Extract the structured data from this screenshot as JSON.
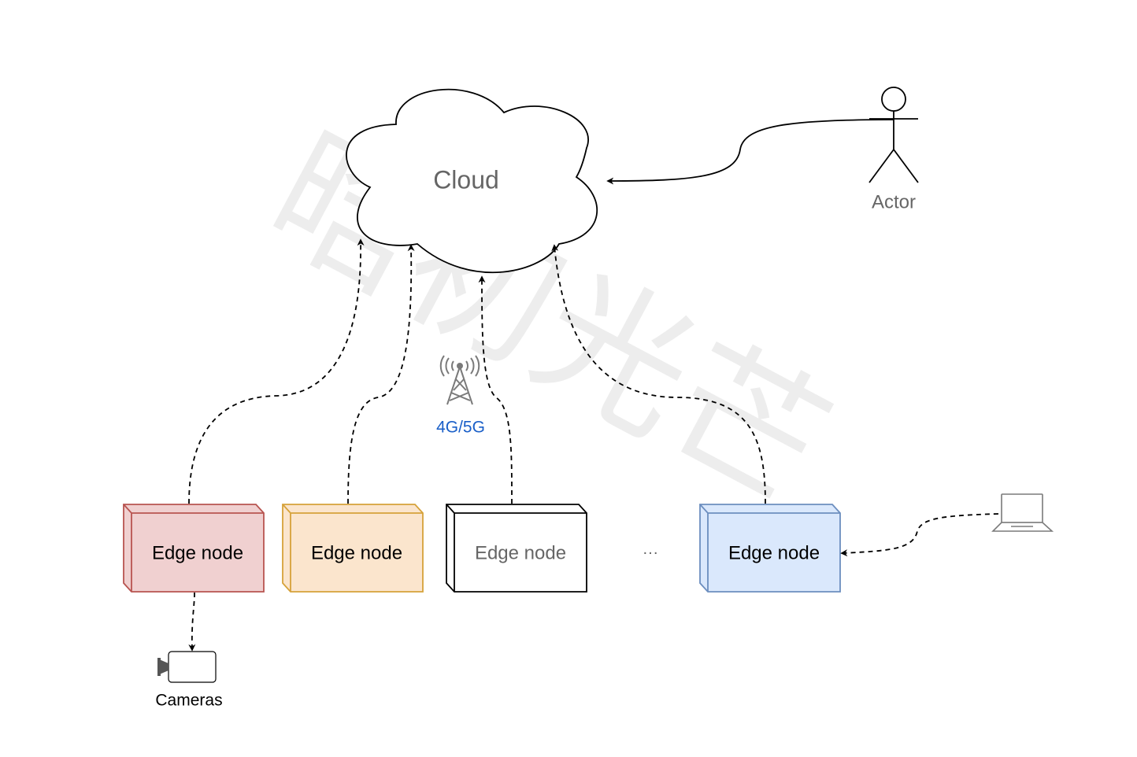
{
  "watermark": "晗初光芒",
  "cloud": {
    "label": "Cloud"
  },
  "actor": {
    "label": "Actor"
  },
  "tower": {
    "label": "4G/5G",
    "label_color": "#1a5fc8"
  },
  "ellipsis": "···",
  "cameras": {
    "label": "Cameras"
  },
  "edge_nodes": [
    {
      "label": "Edge node",
      "fill": "#f0d0d0",
      "stroke": "#b85450",
      "text_color": "#000000"
    },
    {
      "label": "Edge node",
      "fill": "#fbe5cd",
      "stroke": "#d6a23a",
      "text_color": "#000000"
    },
    {
      "label": "Edge node",
      "fill": "#ffffff",
      "stroke": "#000000",
      "text_color": "#666666"
    },
    {
      "label": "Edge node",
      "fill": "#dae8fc",
      "stroke": "#6c8ebf",
      "text_color": "#000000"
    }
  ],
  "icons": [
    "cloud-icon",
    "actor-icon",
    "cell-tower-icon",
    "laptop-icon",
    "camera-icon"
  ]
}
